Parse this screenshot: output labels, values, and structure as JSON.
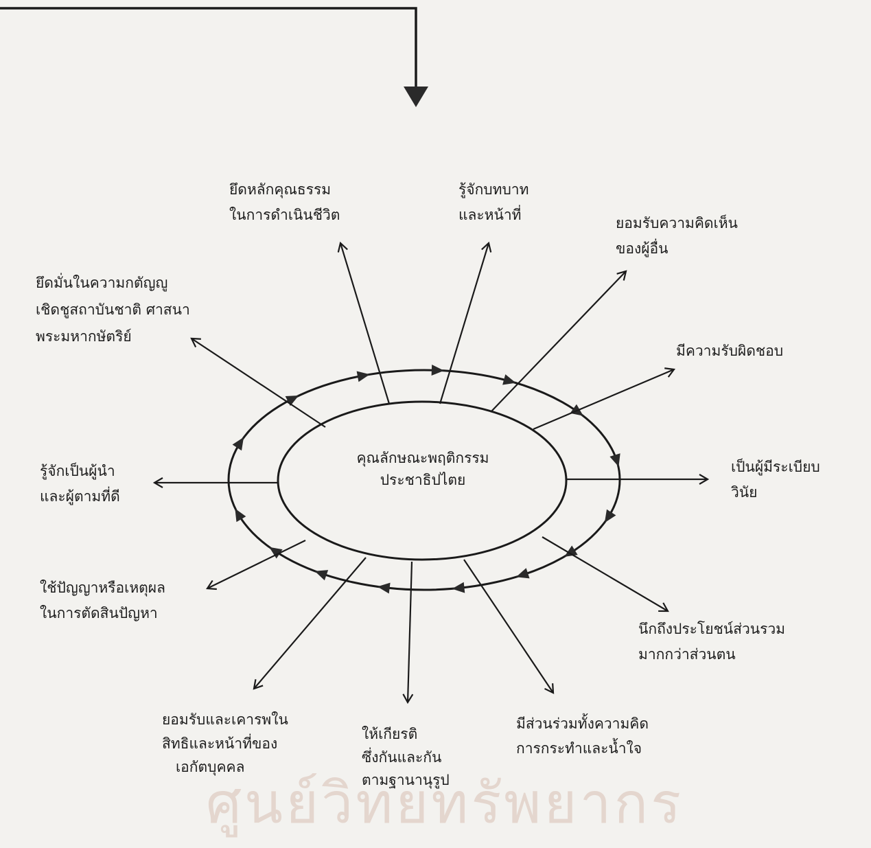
{
  "center": {
    "line1": "คุณลักษณะพฤติกรรม",
    "line2": "ประชาธิปไตย"
  },
  "traits": {
    "moral": [
      "ยึดหลักคุณธรรม",
      "ในการดำเนินชีวิต"
    ],
    "role": [
      "รู้จักบทบาท",
      "และหน้าที่"
    ],
    "opinion": [
      "ยอมรับความคิดเห็น",
      "ของผู้อื่น"
    ],
    "gratitude": [
      "ยึดมั่นในความกตัญญู",
      "เชิดชูสถาบันชาติ ศาสนา",
      "พระมหากษัตริย์"
    ],
    "responsibility": [
      "มีความรับผิดชอบ"
    ],
    "discipline": [
      "เป็นผู้มีระเบียบ",
      "วินัย"
    ],
    "leader": [
      "รู้จักเป็นผู้นำ",
      "และผู้ตามที่ดี"
    ],
    "reason": [
      "ใช้ปัญญาหรือเหตุผล",
      "ในการตัดสินปัญหา"
    ],
    "common_good": [
      "นึกถึงประโยชน์ส่วนรวม",
      "มากกว่าส่วนตน"
    ],
    "rights": [
      "ยอมรับและเคารพใน",
      "สิทธิและหน้าที่ของ",
      "เอกัตบุคคล"
    ],
    "honor": [
      "ให้เกียรติ",
      "ซึ่งกันและกัน",
      "ตามฐานานุรูป"
    ],
    "participation": [
      "มีส่วนร่วมทั้งความคิด",
      "การกระทำและน้ำใจ"
    ]
  },
  "watermark": "ศูนย์วิทยทรัพยากร",
  "colors": {
    "ink": "#1a1a1a",
    "paper": "#f3f2ef",
    "watermark": "#e4d6ce"
  }
}
